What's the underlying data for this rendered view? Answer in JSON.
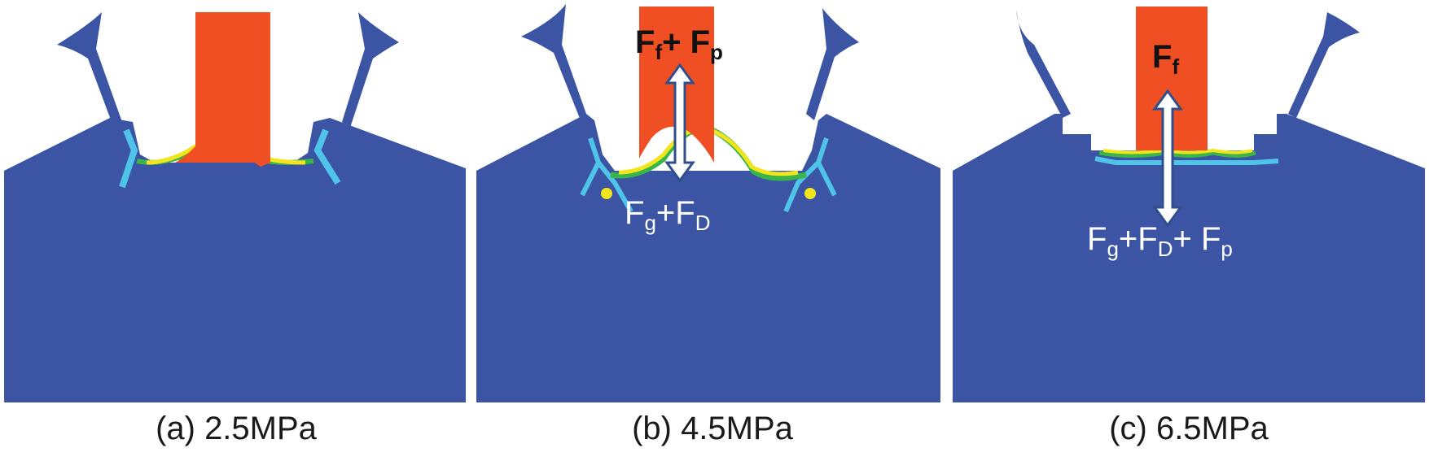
{
  "panels": [
    {
      "id": "a",
      "caption": "(a) 2.5MPa",
      "upper": null,
      "lower": null
    },
    {
      "id": "b",
      "caption": "(b) 4.5MPa",
      "upper": {
        "parts": [
          {
            "base": "F",
            "sub": "f"
          },
          {
            "base": "+ F",
            "sub": "p"
          }
        ]
      },
      "lower": {
        "parts": [
          {
            "base": "F",
            "sub": "g"
          },
          {
            "base": "+F",
            "sub": "D"
          }
        ]
      }
    },
    {
      "id": "c",
      "caption": "(c) 6.5MPa",
      "upper": {
        "parts": [
          {
            "base": "F",
            "sub": "f"
          }
        ]
      },
      "lower": {
        "parts": [
          {
            "base": "F",
            "sub": "g"
          },
          {
            "base": "+F",
            "sub": "D"
          },
          {
            "base": "+ F",
            "sub": "p"
          }
        ]
      }
    }
  ],
  "colors": {
    "substrate": "#3b55a4",
    "punch": "#f04e23",
    "arrow_fill": "#ffffff",
    "arrow_stroke": "#2f4e8c",
    "contour_yellow": "#f2e51c",
    "contour_green": "#39b54a",
    "contour_cyan": "#4fc3e8"
  }
}
